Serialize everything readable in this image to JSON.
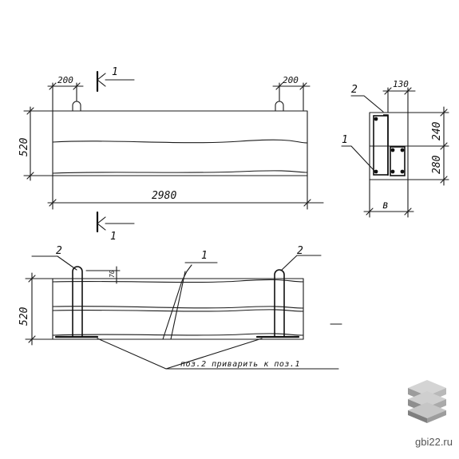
{
  "drawing": {
    "front_view": {
      "dim_width": "2980",
      "dim_height": "520",
      "dim_left_loop": "200",
      "dim_right_loop": "200",
      "section_mark_top": "1",
      "section_mark_bottom": "1"
    },
    "section_view": {
      "dim_top": "130",
      "dim_upper": "240",
      "dim_lower": "280",
      "dim_bottom": "в",
      "callout_1": "1",
      "callout_2": "2"
    },
    "rebar_view": {
      "dim_height": "520",
      "dim_cover": "70",
      "callout_left": "2",
      "callout_mid": "1",
      "callout_right": "2",
      "note": "поз.2 приварить к поз.1"
    }
  },
  "watermark": {
    "text": "gbi22.ru",
    "logo": "stacked-slabs-logo"
  }
}
